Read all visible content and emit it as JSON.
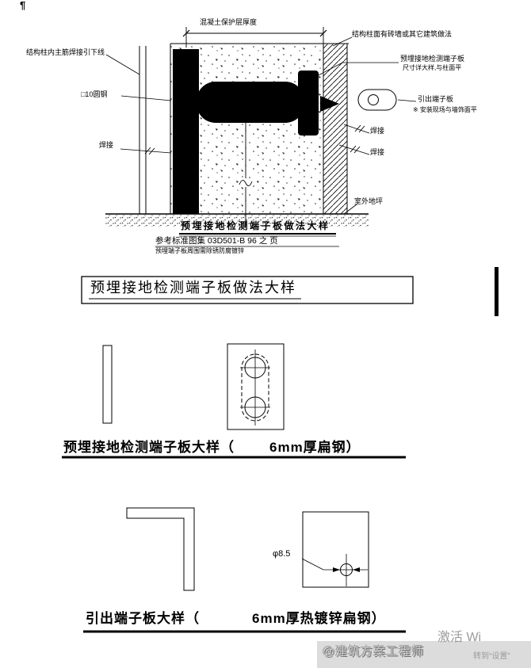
{
  "page": {
    "corner_mark": "¶",
    "ink_color": "#000000",
    "watermark_gray": "#9c9c9c"
  },
  "detail_drawing": {
    "labels": {
      "cover_thickness": "混凝土保护层厚度",
      "wall_finish_note": "结构柱面有砖墙或其它建筑做法",
      "rebar_down_lead": "结构柱内主筋焊接引下线",
      "embedded_plate_line1": "预埋接地检测端子板",
      "embedded_plate_line2": "尺寸详大样,与柱面平",
      "round_steel": "□10圆钢",
      "lead_out_plate": "引出端子板",
      "lead_out_note": "※ 安装现场与墙饰面平",
      "weld_right_upper": "焊接",
      "weld_right_lower": "焊接",
      "weld_left": "焊接",
      "outdoor_ground": "室外地坪"
    },
    "caption": "预埋接地检测端子板做法大样",
    "reference_line1": "参考标准图集    03D501-B    96  之    页",
    "reference_line2": "预埋端子板周围需除锈防腐镀锌"
  },
  "title_box": {
    "text": "预埋接地检测端子板做法大样"
  },
  "plate_detail": {
    "caption_prefix": "预埋接地检测端子板大样（",
    "caption_suffix": "6mm厚扁钢）"
  },
  "lead_plate_detail": {
    "caption_prefix": "引出端子板大样（",
    "caption_suffix": "6mm厚热镀锌扁钢）",
    "hole_diameter": "φ8.5"
  },
  "watermark": {
    "author": "@建筑方案工程师",
    "activate": "激活 Wi",
    "settings": "转到“设置”"
  }
}
